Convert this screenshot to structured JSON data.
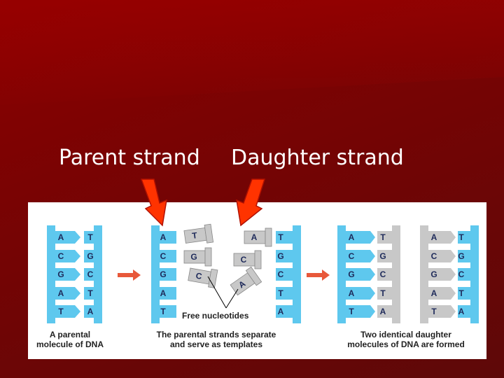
{
  "captions": {
    "parent": "Parent strand",
    "daughter": "Daughter strand"
  },
  "colors": {
    "background": "#7a0303",
    "pointer_arrow": "#ff3300",
    "strand_blue": "#5ec8ee",
    "nucleotide_gray": "#c8c8c8",
    "process_arrow": "#e8583a",
    "letter_color": "#1e2a5a"
  },
  "stages": {
    "parental": {
      "pairs": [
        [
          "A",
          "T"
        ],
        [
          "C",
          "G"
        ],
        [
          "G",
          "C"
        ],
        [
          "A",
          "T"
        ],
        [
          "T",
          "A"
        ]
      ],
      "label_line1": "A parental",
      "label_line2": "molecule of DNA"
    },
    "separating": {
      "left_bases": [
        "A",
        "C",
        "G",
        "A",
        "T"
      ],
      "right_bases": [
        "T",
        "G",
        "C",
        "T",
        "A"
      ],
      "free_nucleotides": [
        "T",
        "A",
        "G",
        "C",
        "C",
        "A"
      ],
      "free_label": "Free nucleotides",
      "label_line1": "The parental strands separate",
      "label_line2": "and serve as templates"
    },
    "daughters": {
      "molecule1": [
        [
          "A",
          "T"
        ],
        [
          "C",
          "G"
        ],
        [
          "G",
          "C"
        ],
        [
          "A",
          "T"
        ],
        [
          "T",
          "A"
        ]
      ],
      "molecule2": [
        [
          "A",
          "T"
        ],
        [
          "C",
          "G"
        ],
        [
          "G",
          "C"
        ],
        [
          "A",
          "T"
        ],
        [
          "T",
          "A"
        ]
      ],
      "label_line1": "Two identical daughter",
      "label_line2": "molecules of DNA are formed"
    }
  }
}
